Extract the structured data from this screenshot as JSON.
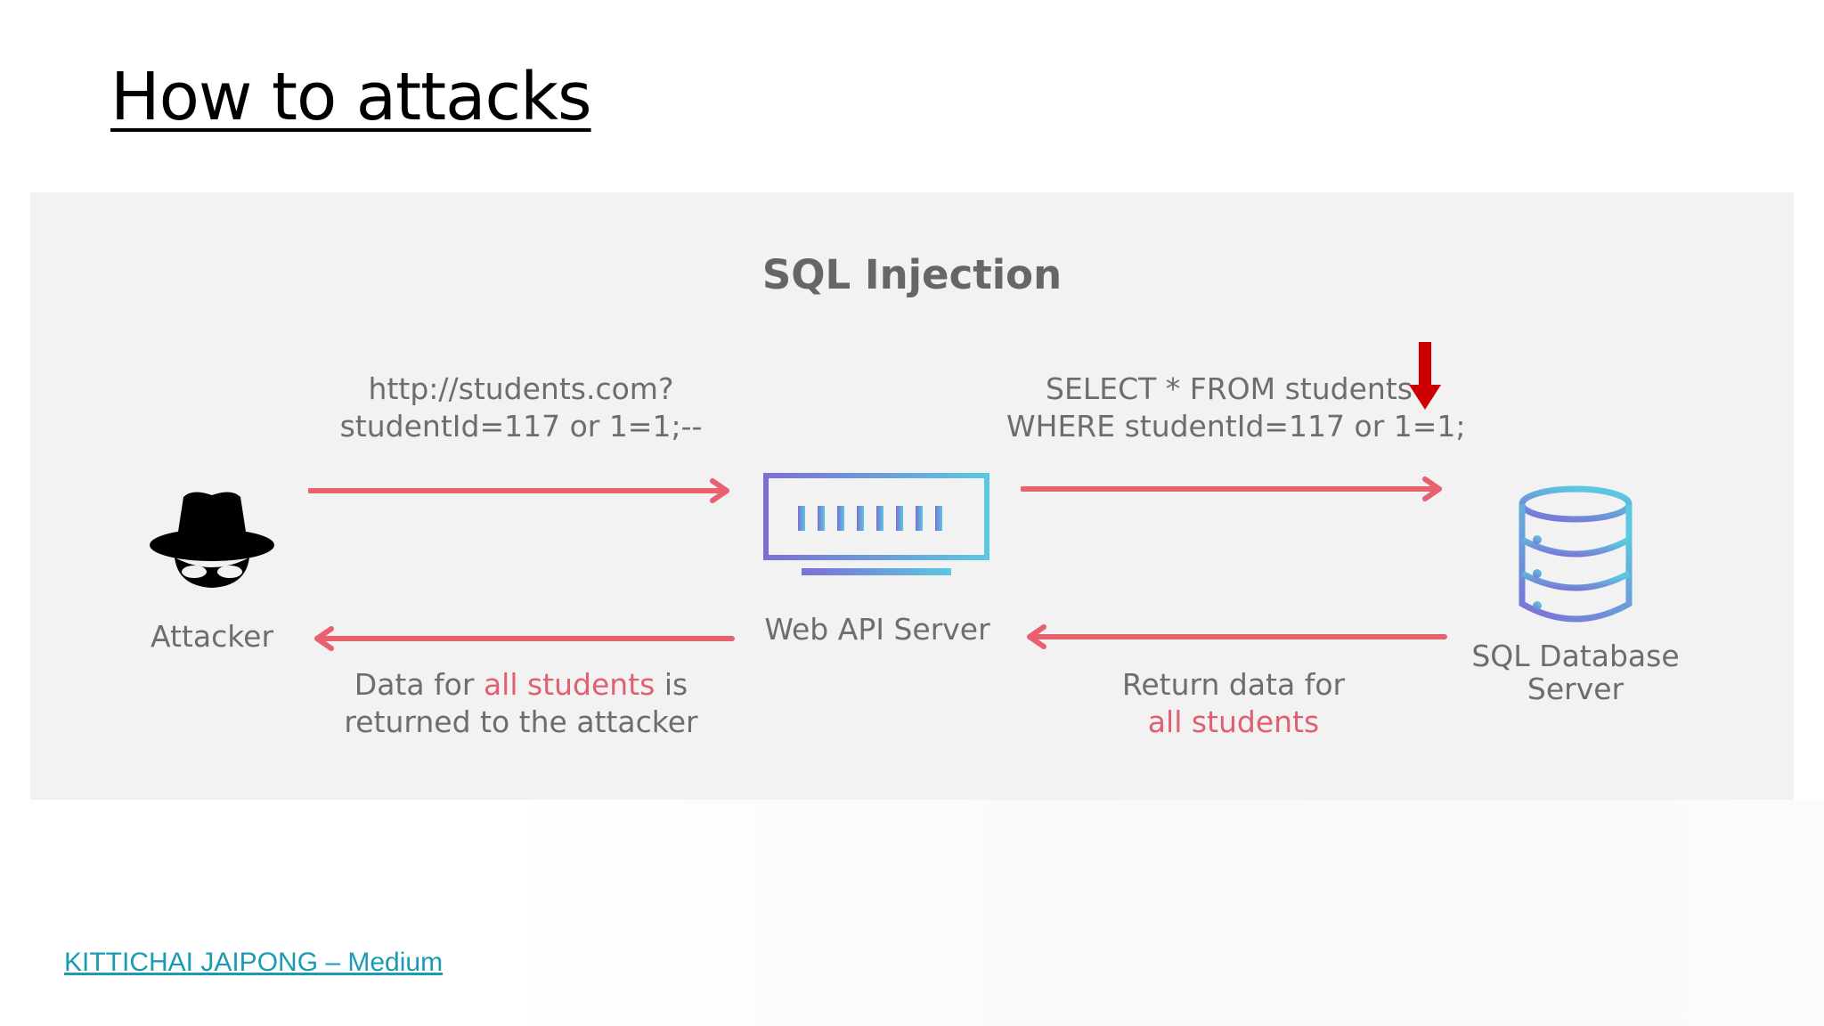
{
  "slide": {
    "title": "How to attacks",
    "footer_link": "KITTICHAI JAIPONG – Medium"
  },
  "diagram": {
    "title": "SQL Injection",
    "nodes": {
      "attacker": "Attacker",
      "web_server": "Web API Server",
      "db_line1": "SQL Database",
      "db_line2": "Server"
    },
    "request_url": {
      "line1": "http://students.com?",
      "line2": "studentId=117 or 1=1;--"
    },
    "query": {
      "line1": "SELECT * FROM students",
      "line2": "WHERE studentId=117 or 1=1;"
    },
    "response_to_attacker": {
      "pre": "Data for ",
      "highlight": "all students",
      "post": " is",
      "line2": "returned to the attacker"
    },
    "return_data": {
      "line1": "Return data for",
      "highlight": "all students"
    },
    "colors": {
      "arrow": "#e8616f",
      "highlight": "#e05f70",
      "marker": "#cc0000",
      "server_gradient_start": "#7b6fd6",
      "server_gradient_end": "#5bc8e0"
    }
  }
}
